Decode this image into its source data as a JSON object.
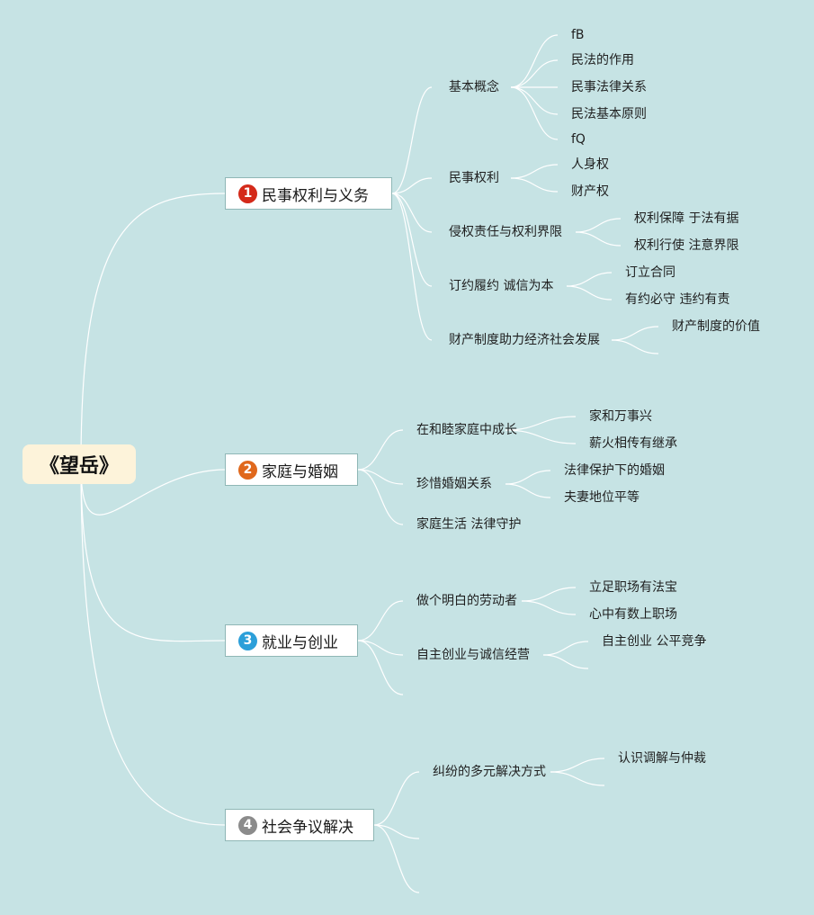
{
  "root": {
    "label": "《望岳》"
  },
  "branches": [
    {
      "num": "1",
      "color": "#d42a1a",
      "label": "民事权利与义务",
      "topics": [
        {
          "label": "基本概念",
          "children": [
            "fB",
            "民法的作用",
            "民事法律关系",
            "民法基本原则",
            "fQ"
          ]
        },
        {
          "label": "民事权利",
          "children": [
            "人身权",
            "财产权"
          ]
        },
        {
          "label": "侵权责任与权利界限",
          "children": [
            "权利保障 于法有据",
            "权利行使 注意界限"
          ]
        },
        {
          "label": "订约履约 诚信为本",
          "children": [
            "订立合同",
            "有约必守 违约有责"
          ]
        },
        {
          "label": "财产制度助力经济社会发展",
          "children": [
            "财产制度的价值",
            ""
          ]
        }
      ]
    },
    {
      "num": "2",
      "color": "#e0681c",
      "label": "家庭与婚姻",
      "topics": [
        {
          "label": "在和睦家庭中成长",
          "children": [
            "家和万事兴",
            "薪火相传有继承"
          ]
        },
        {
          "label": "珍惜婚姻关系",
          "children": [
            "法律保护下的婚姻",
            "夫妻地位平等"
          ]
        },
        {
          "label": "家庭生活 法律守护",
          "children": []
        }
      ]
    },
    {
      "num": "3",
      "color": "#2c9fd9",
      "label": "就业与创业",
      "topics": [
        {
          "label": "做个明白的劳动者",
          "children": [
            "立足职场有法宝",
            "心中有数上职场"
          ]
        },
        {
          "label": "自主创业与诚信经营",
          "children": [
            "自主创业 公平竞争",
            ""
          ]
        },
        {
          "label": "",
          "children": []
        }
      ]
    },
    {
      "num": "4",
      "color": "#8b8b8b",
      "label": "社会争议解决",
      "topics": [
        {
          "label": "纠纷的多元解决方式",
          "children": [
            "认识调解与仲裁",
            ""
          ]
        },
        {
          "label": "",
          "children": []
        },
        {
          "label": "",
          "children": []
        }
      ]
    }
  ]
}
